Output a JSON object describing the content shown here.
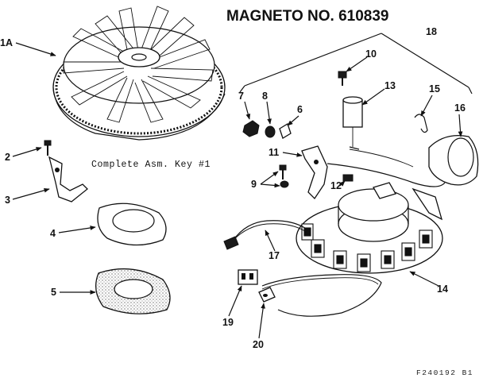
{
  "title": "MAGNETO NO. 610839",
  "note": "Complete Asm. Key #1",
  "footer": "F240192 B1",
  "callouts": {
    "c1a": "1A",
    "c2": "2",
    "c3": "3",
    "c4": "4",
    "c5": "5",
    "c6": "6",
    "c7": "7",
    "c8": "8",
    "c9": "9",
    "c10": "10",
    "c11": "11",
    "c12": "12",
    "c13": "13",
    "c14": "14",
    "c15": "15",
    "c16": "16",
    "c17": "17",
    "c18": "18",
    "c19": "19",
    "c20": "20"
  }
}
